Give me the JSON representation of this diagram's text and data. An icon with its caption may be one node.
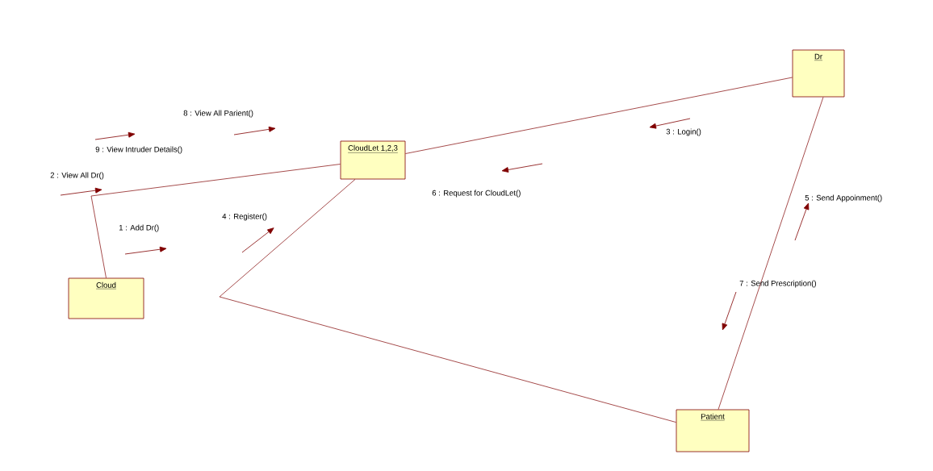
{
  "diagram": {
    "nodes": [
      {
        "text": [
          "Cloud"
        ]
      },
      {
        "text": [
          "CloudLet 1,2,3"
        ]
      },
      {
        "text": [
          "Dr"
        ]
      },
      {
        "text": [
          "Patient"
        ]
      }
    ],
    "edges": [
      {
        "from": 0,
        "to": 1,
        "arrow": "none"
      },
      {
        "from": 1,
        "to": 2,
        "arrow": "none"
      },
      {
        "from": 1,
        "to": 3,
        "arrow": "none"
      },
      {
        "from": 2,
        "to": 3,
        "arrow": "none"
      }
    ],
    "labels": [
      "8 : View All Parient()",
      "3 : Login()",
      "9 : View Intruder Details()",
      "2 : View All Dr()",
      "6 : Request for CloudLet()",
      "5 : Send Appoinment()",
      "4 : Register()",
      "1 : Add Dr()",
      "7 : Send Prescription()"
    ]
  }
}
